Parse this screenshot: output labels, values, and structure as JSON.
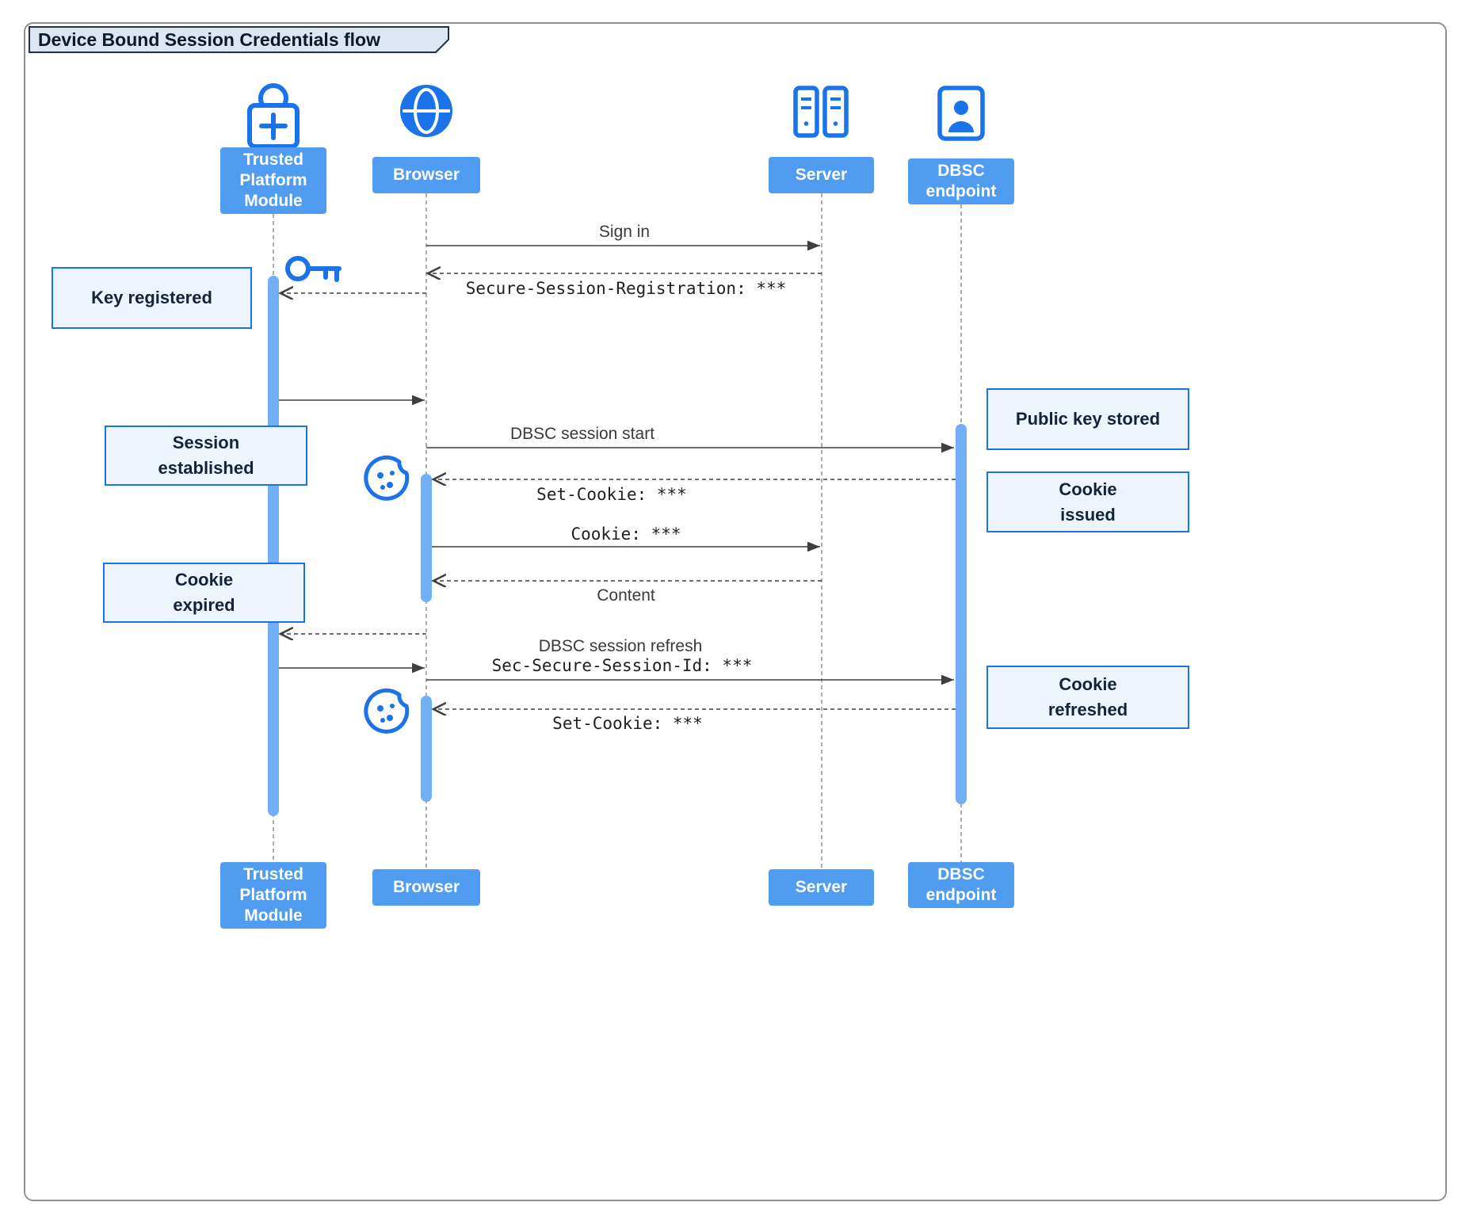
{
  "title": "Device Bound Session Credentials flow",
  "actors": {
    "tpm": {
      "label": "Trusted Platform Module"
    },
    "browser": {
      "label": "Browser"
    },
    "server": {
      "label": "Server"
    },
    "dbsc": {
      "label": "DBSC endpoint"
    }
  },
  "messages": {
    "sign_in": "Sign in",
    "session_registration": "Secure-Session-Registration: ***",
    "dbsc_session_start": "DBSC session start",
    "set_cookie_1": "Set-Cookie: ***",
    "cookie": "Cookie: ***",
    "content": "Content",
    "refresh_line1": "DBSC session refresh",
    "refresh_line2": "Sec-Secure-Session-Id: ***",
    "set_cookie_2": "Set-Cookie: ***"
  },
  "notes": {
    "key_registered": "Key registered",
    "public_key_stored": "Public key stored",
    "session_established": "Session\nestablished",
    "cookie_issued": "Cookie\nissued",
    "cookie_expired": "Cookie\nexpired",
    "cookie_refreshed": "Cookie\nrefreshed"
  },
  "icons": [
    "tpm-lock-icon",
    "globe-icon",
    "server-icon",
    "id-badge-icon",
    "key-icon",
    "cookie-icon"
  ],
  "colors": {
    "accent_blue": "#1a73e8",
    "actor_fill": "#4f9cf0",
    "activation_fill": "#72b0f6",
    "note_fill": "#edf4fd",
    "note_border": "#1a73e8",
    "frame_border": "#8f8f8f",
    "arrow": "#3f3f3f",
    "title_tab_fill": "#dde5f2"
  }
}
